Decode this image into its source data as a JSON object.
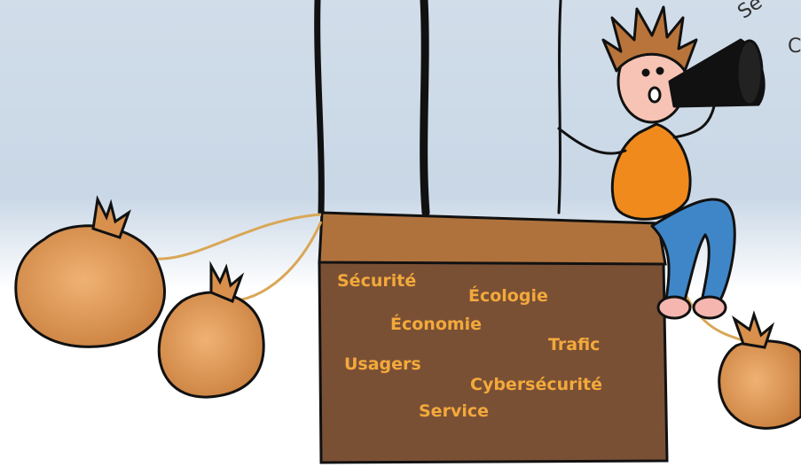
{
  "colors": {
    "sky_top": "#cfdcea",
    "sky_bottom": "#ffffff",
    "basket_body": "#7a5035",
    "basket_rim": "#b0723d",
    "sack": "#d8904c",
    "shirt": "#f08a1c",
    "jeans": "#3f86c8",
    "hair": "#b8743a",
    "word_color": "#f3a93b"
  },
  "basket_words": [
    {
      "text": "Sécurité"
    },
    {
      "text": "Écologie"
    },
    {
      "text": "Économie"
    },
    {
      "text": "Trafic"
    },
    {
      "text": "Usagers"
    },
    {
      "text": "Cybersécurité"
    },
    {
      "text": "Service"
    }
  ],
  "edge_fragments": {
    "top_right": "Se",
    "right": "C"
  }
}
